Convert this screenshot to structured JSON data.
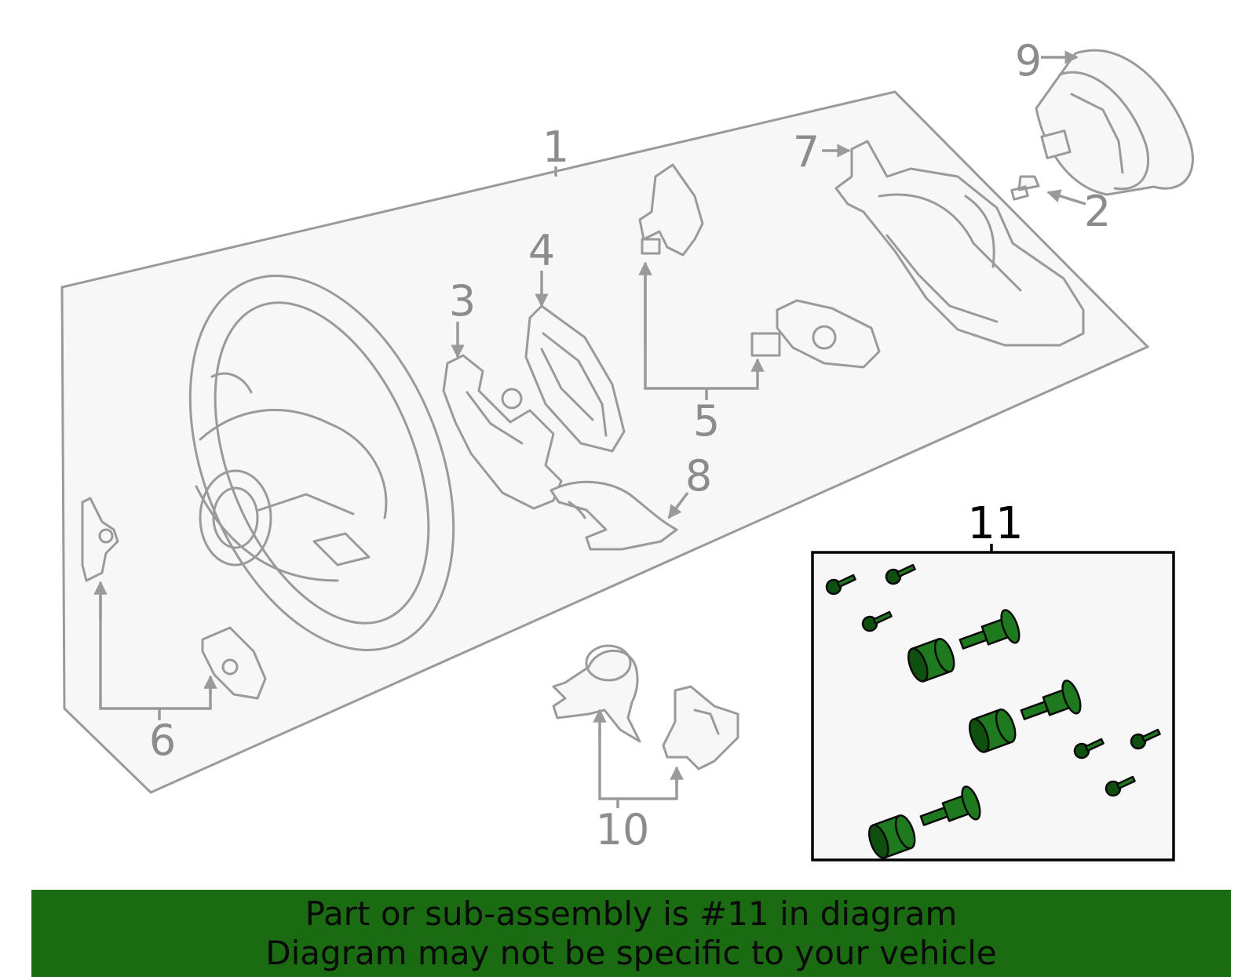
{
  "callouts": [
    "1",
    "2",
    "3",
    "4",
    "5",
    "6",
    "7",
    "8",
    "9",
    "10",
    "11"
  ],
  "colors": {
    "highlight": "#1f7a1f",
    "banner": "#1a6b12",
    "line": "#9a9a9a"
  },
  "banner": {
    "line1": "Part or sub-assembly is #11 in diagram",
    "line2": "Diagram may not be specific to your vehicle"
  }
}
